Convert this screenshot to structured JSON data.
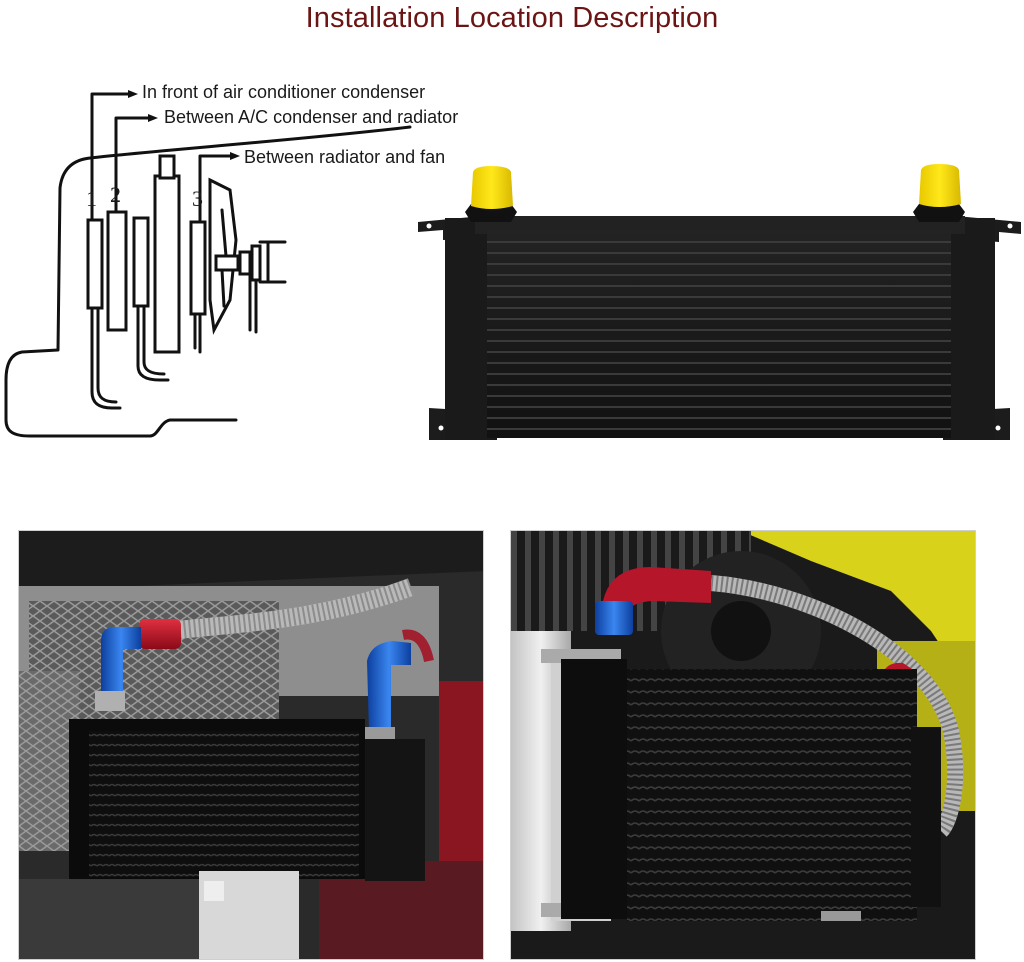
{
  "page": {
    "title": "Installation Location Description",
    "title_color": "#6b1414"
  },
  "diagram": {
    "positions": [
      {
        "number": "1",
        "label": "In front of air conditioner condenser"
      },
      {
        "number": "2",
        "label": "Between A/C condenser and radiator"
      },
      {
        "number": "3",
        "label": "Between radiator and fan"
      }
    ]
  },
  "product": {
    "name": "oil-cooler",
    "body_color": "#151515",
    "cap_color": "#f2d400",
    "rows": 19
  },
  "photos": [
    {
      "name": "installation-photo-left",
      "hose_fitting_colors": [
        "#1e5fd0",
        "#c8102e"
      ]
    },
    {
      "name": "installation-photo-right",
      "hose_fitting_colors": [
        "#1e5fd0",
        "#c8102e"
      ],
      "background_accent": "#d9d21a"
    }
  ]
}
